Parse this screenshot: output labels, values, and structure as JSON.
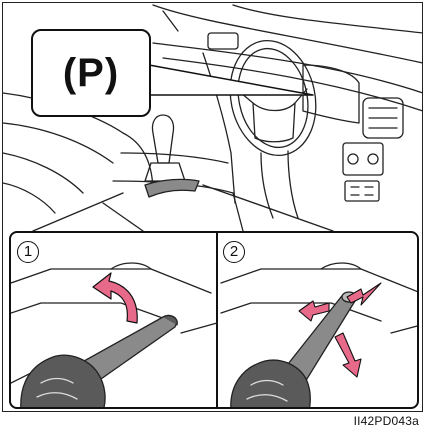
{
  "indicator": {
    "symbol": "(P)"
  },
  "steps": [
    {
      "number": "1"
    },
    {
      "number": "2"
    }
  ],
  "figure_code": "II42PD043a",
  "colors": {
    "arrow": "#e86a8a",
    "outline": "#111111",
    "lever": "#8a8a8a",
    "lever_dark": "#5a5a5a"
  }
}
